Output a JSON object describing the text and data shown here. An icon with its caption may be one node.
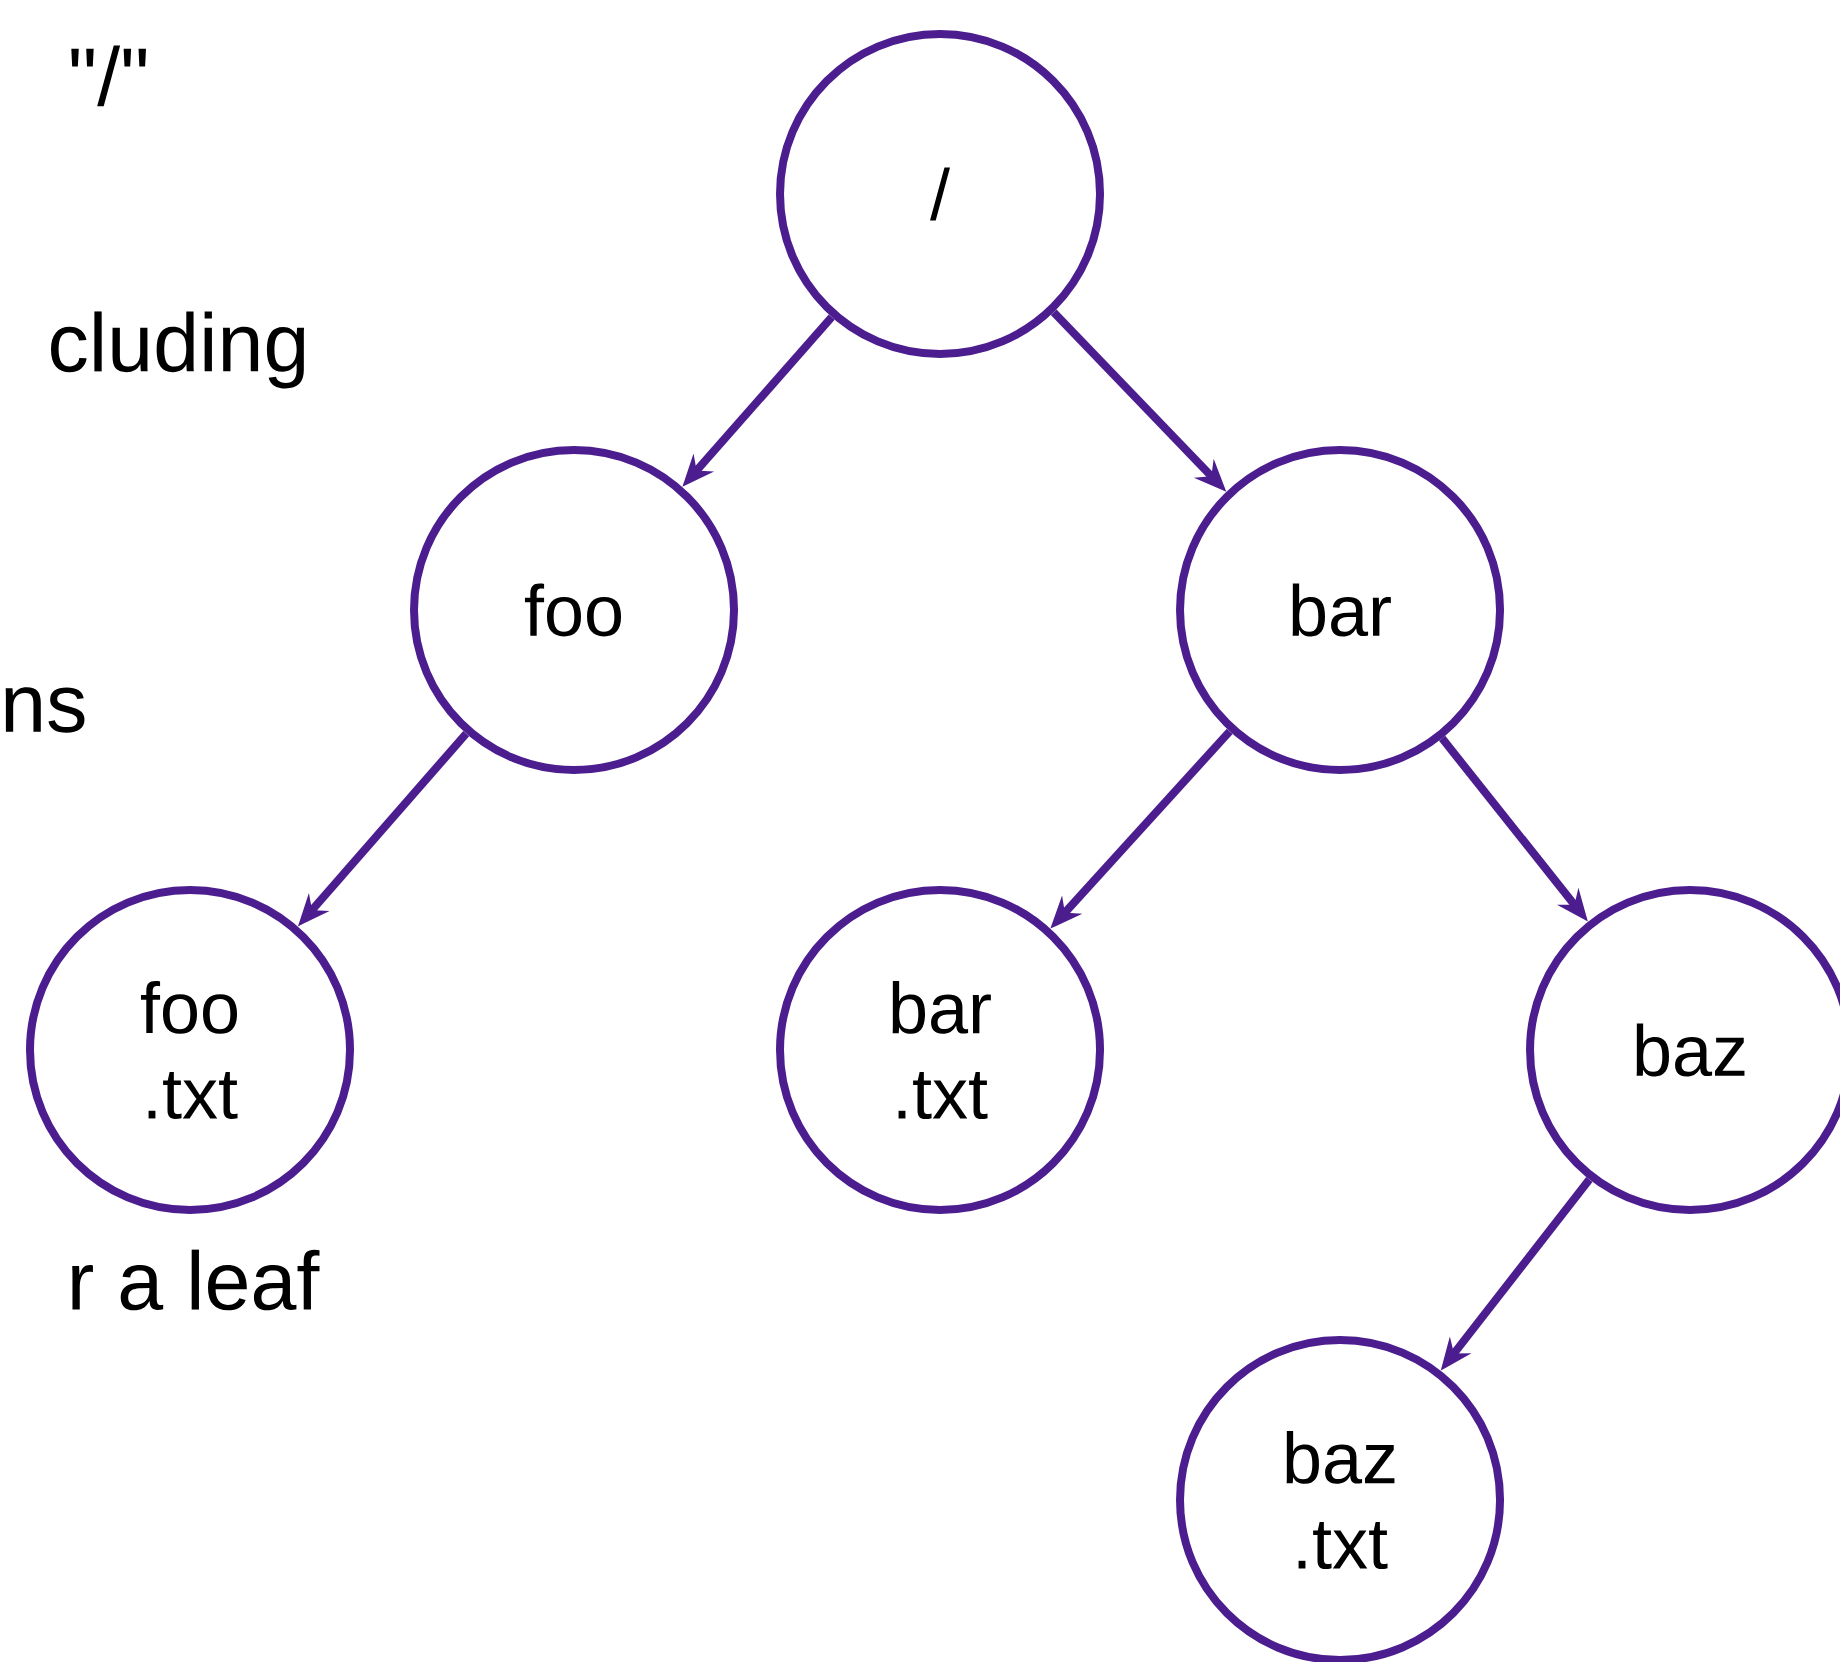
{
  "diagram": {
    "nodes": [
      {
        "text": [
          "/"
        ]
      },
      {
        "text": [
          "foo"
        ]
      },
      {
        "text": [
          "bar"
        ]
      },
      {
        "text": [
          "foo .txt"
        ]
      },
      {
        "text": [
          "bar .txt"
        ]
      },
      {
        "text": [
          "baz"
        ]
      },
      {
        "text": [
          "baz .txt"
        ]
      }
    ],
    "edges": [
      {
        "from": 0,
        "to": 1,
        "arrow": "to"
      },
      {
        "from": 0,
        "to": 2,
        "arrow": "to"
      },
      {
        "from": 1,
        "to": 3,
        "arrow": "to"
      },
      {
        "from": 2,
        "to": 4,
        "arrow": "to"
      },
      {
        "from": 2,
        "to": 5,
        "arrow": "to"
      },
      {
        "from": 5,
        "to": 6,
        "arrow": "to"
      }
    ],
    "labels": [
      "\"/\"",
      "cluding",
      "ns",
      "r a leaf"
    ]
  }
}
